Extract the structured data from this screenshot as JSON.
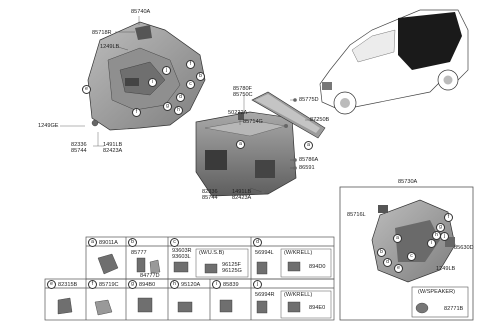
{
  "assembly_left": {
    "main": "85740A",
    "parts": [
      "85718R",
      "1249LB",
      "1249GE",
      "82336",
      "85744",
      "1491LB",
      "82423A"
    ]
  },
  "assembly_center": {
    "parts": [
      "85780F",
      "85750C",
      "50222A",
      "85714G",
      "82336",
      "85744",
      "1491LB",
      "82423A",
      "85775D",
      "87250B",
      "85786A",
      "86591"
    ]
  },
  "assembly_right": {
    "main": "85730A",
    "parts": [
      "85716L",
      "85630D",
      "1249LB"
    ],
    "speaker_box": {
      "title": "(W/SPEAKER)",
      "part": "82771B"
    }
  },
  "callouts_left": [
    "e",
    "f",
    "b",
    "c",
    "d",
    "g",
    "h",
    "i",
    "j",
    "f"
  ],
  "callouts_right": [
    "f",
    "a",
    "b",
    "d",
    "e",
    "c",
    "g",
    "h",
    "i",
    "j"
  ],
  "callout_center": "a",
  "callout_87250": "a",
  "table": {
    "row1": [
      {
        "letter": "a",
        "parts": [
          "89011A"
        ]
      },
      {
        "letter": "b",
        "parts": [
          "85777",
          "84777D"
        ]
      },
      {
        "letter": "c",
        "parts": [
          "93603R",
          "93603L"
        ],
        "variant": "(W/U.S.B)",
        "variant_parts": [
          "96125F",
          "96125G"
        ]
      },
      {
        "letter": "d",
        "parts": [
          "56994L"
        ],
        "variant": "(W/KRELL)",
        "variant_parts": [
          "894D0"
        ]
      }
    ],
    "row2": [
      {
        "letter": "e",
        "parts": [
          "82315B"
        ]
      },
      {
        "letter": "f",
        "parts": [
          "85719C"
        ]
      },
      {
        "letter": "g",
        "parts": [
          "894B0"
        ]
      },
      {
        "letter": "h",
        "parts": [
          "95120A"
        ]
      },
      {
        "letter": "i",
        "parts": [
          "85839"
        ]
      },
      {
        "letter": "j",
        "parts": [
          "56994R"
        ],
        "variant": "(W/KRELL)",
        "variant_parts": [
          "894E0"
        ]
      }
    ]
  },
  "colors": {
    "line": "#333333",
    "part_fill": "#9a9a9a",
    "part_dark": "#5a5a5a",
    "car_dark": "#1a1a1a"
  }
}
